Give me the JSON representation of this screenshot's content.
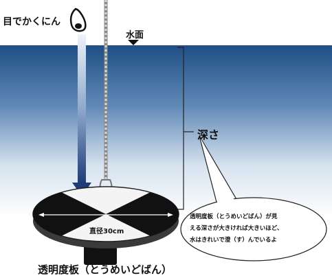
{
  "labels": {
    "eye_view": "目でかくにん",
    "water_surface": "水面",
    "depth": "深さ",
    "diameter": "直径30cm",
    "disk_name": "透明度板（とうめいどばん）"
  },
  "callout": {
    "lines": [
      "透明度板（とうめいどばん）が見",
      "える深さが大きければ大きいほど、",
      "水はきれいで澄（す）んでいるよ"
    ]
  },
  "colors": {
    "water_deep": "#1f4f86",
    "water_light": "#ffffff",
    "disk_dark": "#111111",
    "arrow_top": "#e4ecf6",
    "arrow_bottom": "#1e3c78"
  }
}
